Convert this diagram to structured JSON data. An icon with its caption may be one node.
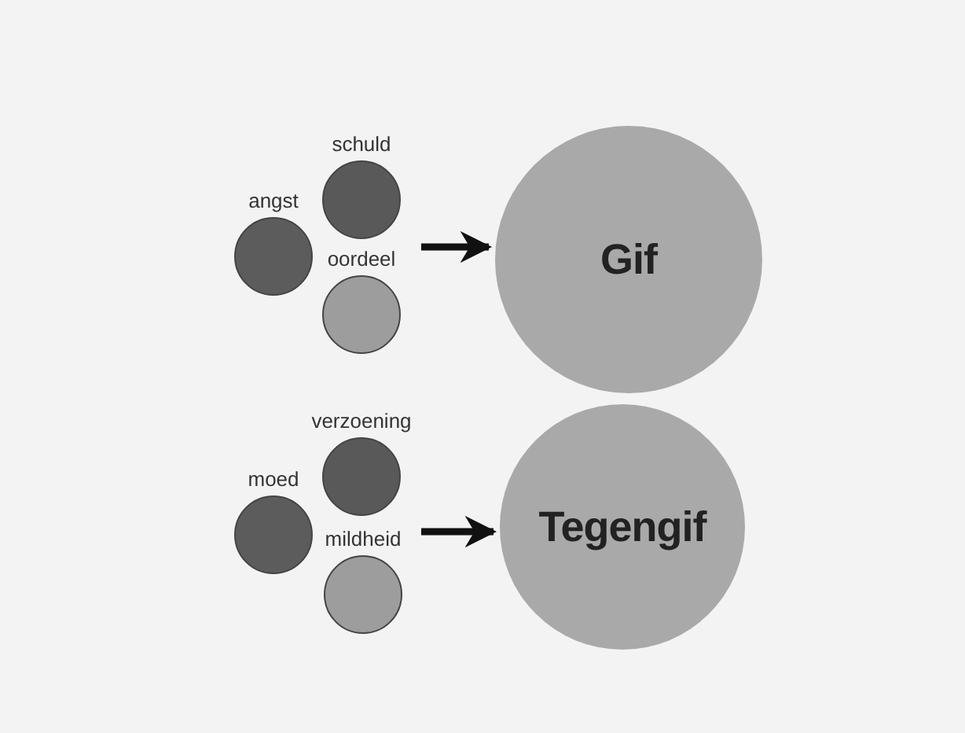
{
  "diagram": {
    "nodes": [
      {
        "text": [
          "angst"
        ]
      },
      {
        "text": [
          "schuld"
        ]
      },
      {
        "text": [
          "oordeel"
        ]
      },
      {
        "text": [
          "Gif"
        ]
      },
      {
        "text": [
          "moed"
        ]
      },
      {
        "text": [
          "verzoening"
        ]
      },
      {
        "text": [
          "mildheid"
        ]
      },
      {
        "text": [
          "Tegengif"
        ]
      }
    ],
    "edges": [
      {
        "from": null,
        "to": 3,
        "arrow": "to"
      },
      {
        "from": null,
        "to": 7,
        "arrow": "to"
      }
    ]
  }
}
